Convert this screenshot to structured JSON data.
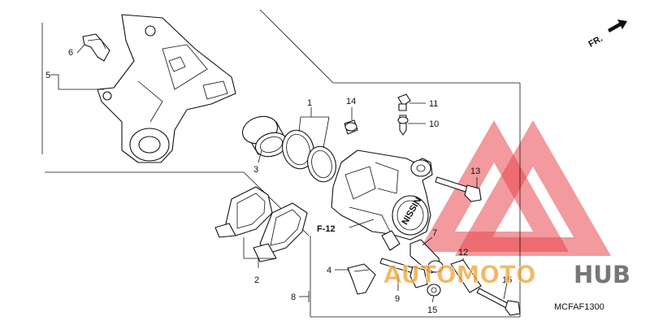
{
  "diagram": {
    "code": "MCFAF1300",
    "front_marker": "FR.",
    "callouts": {
      "c1": "1",
      "c2": "2",
      "c3": "3",
      "c4": "4",
      "c5": "5",
      "c6": "6",
      "c7": "7",
      "c8": "8",
      "c9": "9",
      "c10": "10",
      "c11": "11",
      "c12": "12",
      "c13": "13",
      "c14": "14",
      "c15a": "15",
      "c15b": "15"
    },
    "ref_label": "F-12",
    "caliper_marking": "NISSIN"
  },
  "watermark": {
    "part1": "AUTOMOTO",
    "part2": "HUB",
    "color_red": "#e8474c",
    "color_orange": "#f0a030",
    "color_gray": "#555555"
  }
}
